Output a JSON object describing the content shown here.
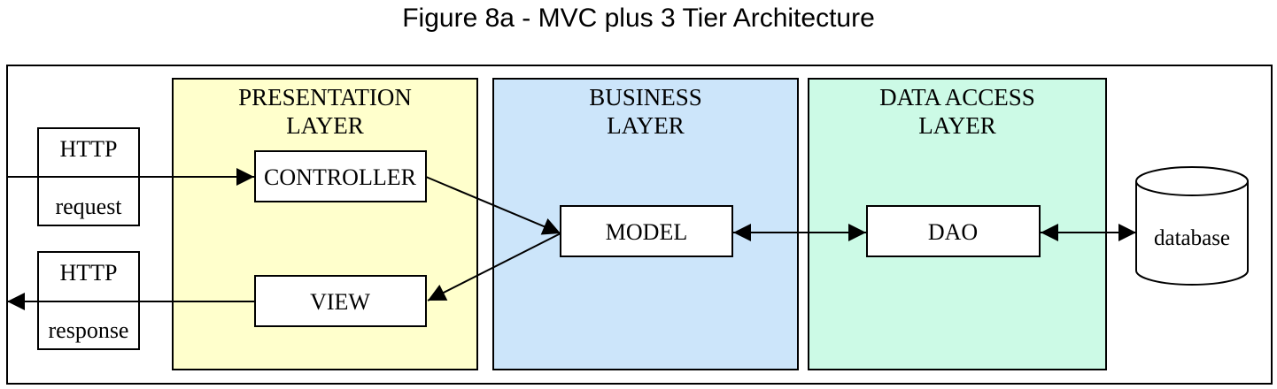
{
  "title": "Figure 8a - MVC plus 3 Tier Architecture",
  "layers": {
    "presentation": {
      "line1": "PRESENTATION",
      "line2": "LAYER",
      "color": "#ffffcc"
    },
    "business": {
      "line1": "BUSINESS",
      "line2": "LAYER",
      "color": "#cce5fa"
    },
    "data_access": {
      "line1": "DATA ACCESS",
      "line2": "LAYER",
      "color": "#ccfae6"
    }
  },
  "boxes": {
    "http_request": {
      "line1": "HTTP",
      "line2": "request"
    },
    "http_response": {
      "line1": "HTTP",
      "line2": "response"
    },
    "controller": "CONTROLLER",
    "view": "VIEW",
    "model": "MODEL",
    "dao": "DAO",
    "database": "database"
  }
}
